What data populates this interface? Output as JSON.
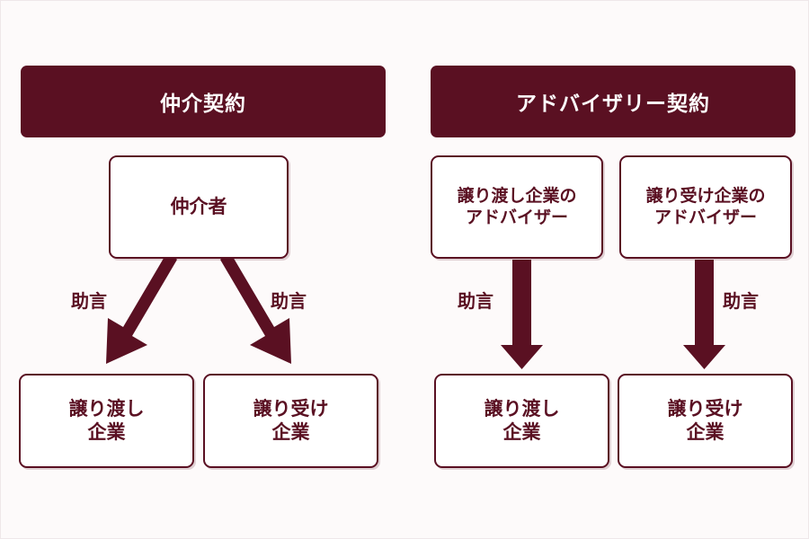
{
  "theme": {
    "background": "#fdfafa",
    "accent": "#5a1022",
    "box_fill": "#ffffff",
    "header_text": "#ffffff"
  },
  "panels": [
    {
      "id": "brokerage",
      "header": "仲介契約",
      "top_node": "仲介者",
      "arrows": [
        {
          "label": "助言",
          "direction": "down-left"
        },
        {
          "label": "助言",
          "direction": "down-right"
        }
      ],
      "bottom_nodes": [
        {
          "line1": "譲り渡し",
          "line2": "企業"
        },
        {
          "line1": "譲り受け",
          "line2": "企業"
        }
      ]
    },
    {
      "id": "advisory",
      "header": "アドバイザリー契約",
      "top_nodes": [
        {
          "line1": "譲り渡し企業の",
          "line2": "アドバイザー"
        },
        {
          "line1": "譲り受け企業の",
          "line2": "アドバイザー"
        }
      ],
      "arrows": [
        {
          "label": "助言",
          "direction": "down"
        },
        {
          "label": "助言",
          "direction": "down"
        }
      ],
      "bottom_nodes": [
        {
          "line1": "譲り渡し",
          "line2": "企業"
        },
        {
          "line1": "譲り受け",
          "line2": "企業"
        }
      ]
    }
  ]
}
